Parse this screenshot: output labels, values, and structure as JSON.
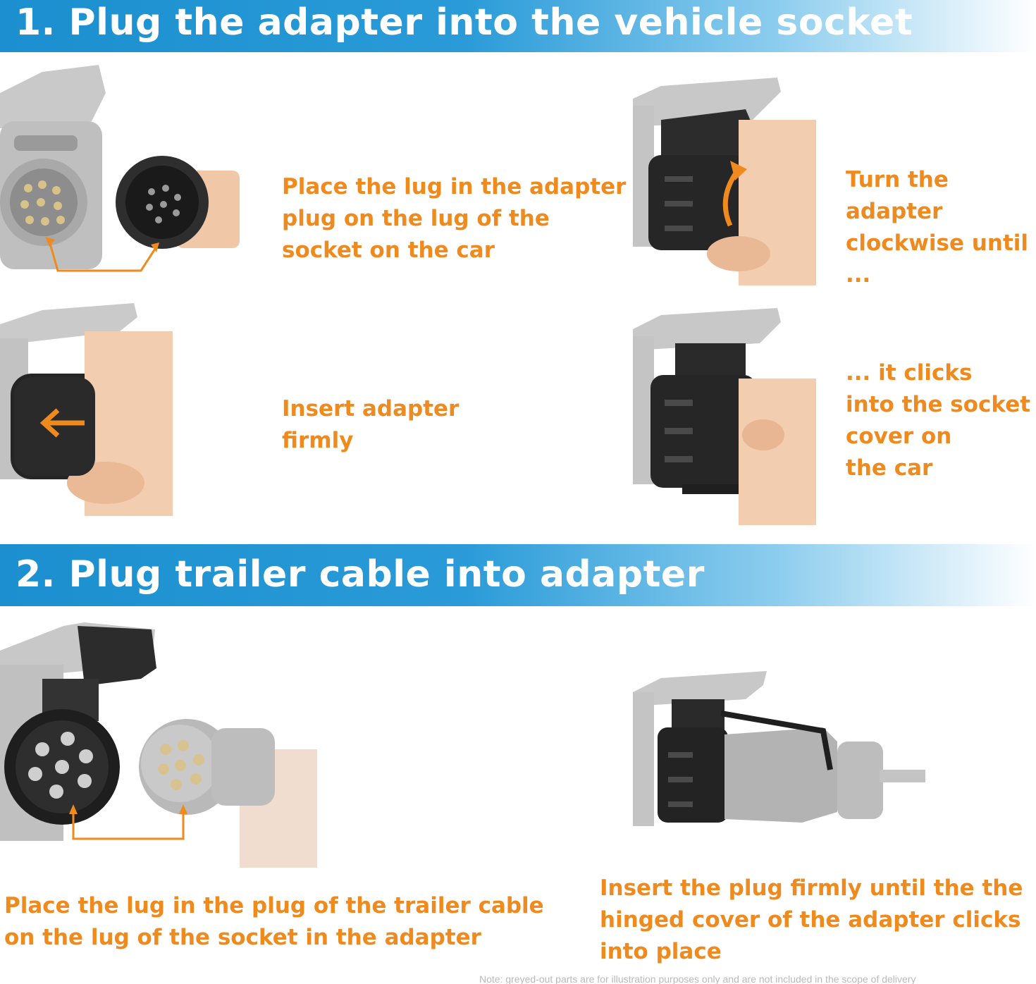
{
  "sections": [
    {
      "heading": "1. Plug the adapter into the vehicle socket",
      "steps": [
        "Place the lug in the adapter\nplug on the lug of the\nsocket on the car",
        "Turn the\nadapter\nclockwise until ...",
        "Insert adapter\nfirmly",
        "... it clicks\ninto the socket\ncover on\nthe car"
      ]
    },
    {
      "heading": "2. Plug trailer cable into adapter",
      "steps": [
        "Place the lug in the plug of the trailer cable\non the lug of the socket in the adapter",
        "Insert the plug firmly until the the\nhinged cover of the adapter clicks\ninto place"
      ]
    }
  ],
  "note": "Note: greyed-out parts are for illustration purposes only and are not included in the scope of delivery",
  "colors": {
    "banner": "#1b8fcf",
    "caption": "#ee8a1e",
    "accent_arrow": "#ee8a1e"
  },
  "icons": [
    "arrow-left-icon",
    "arrow-clockwise-icon",
    "arrow-up-icon"
  ]
}
